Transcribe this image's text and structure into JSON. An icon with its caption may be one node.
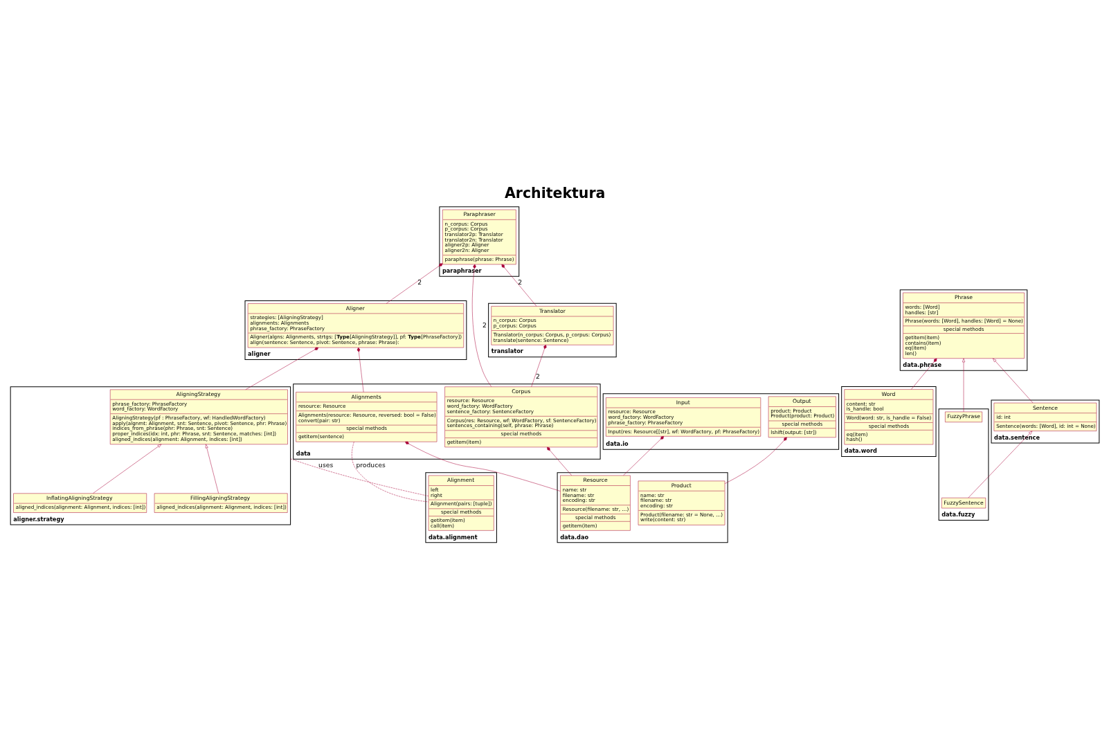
{
  "diagram": {
    "title": "Architektura",
    "nodes": [
      {
        "text": [
          "aligner.strategy"
        ]
      },
      {
        "text": [
          "FillingAligningStrategy",
          "aligned_indices(alignment: Alignment, indices: [int])"
        ],
        "in": 0
      },
      {
        "text": [
          "InflatingAligningStrategy",
          "aligned_indices(alignment: Alignment, indices: [int])"
        ],
        "in": 0
      },
      {
        "text": [
          "AligningStrategy",
          "phrase_factory: PhraseFactory",
          "word_factory: WordFactory",
          "AligningStrategy(pf : PhraseFactory, wf: HandledWordFactory)",
          "apply(algnmt: Alignment, snt: Sentence, pivot: Sentence, phr: Phrase)",
          "indices_from_phrase(phr: Phrase, snt: Sentence)",
          "proper_indices(idx: int, phr: Phrase, snt: Sentence, matches: [int])",
          "aligned_indices(alignment: Alignment, indices: [int])"
        ],
        "in": 0
      },
      {
        "text": [
          "paraphraser"
        ]
      },
      {
        "text": [
          "Paraphraser",
          "n_corpus: Corpus",
          "p_corpus: Corpus",
          "translator2p: Translator",
          "translator2n: Translator",
          "aligner2p: Aligner",
          "aligner2n: Aligner",
          "paraphrase(phrase: Phrase)"
        ],
        "in": 4
      },
      {
        "text": [
          "data.word"
        ]
      },
      {
        "text": [
          "Word",
          "content: str",
          "is_handle: bool",
          "Word(word: str, is_handle = False)",
          "special methods",
          "eq(item)",
          "hash()"
        ],
        "in": 6
      },
      {
        "text": [
          "data.phrase"
        ]
      },
      {
        "text": [
          "Phrase",
          "words: [Word]",
          "handles: [str]",
          "Phrase(words: [Word], handles: [Word] = None)",
          "special methods",
          "getitem(item)",
          "contains(item)",
          "eq(item)",
          "len()"
        ],
        "in": 8
      },
      {
        "text": [
          "aligner"
        ]
      },
      {
        "text": [
          "Aligner",
          "strategies: [AligningStrategy]",
          "alignments: Alignments",
          "phrase_factory: PhraseFactory",
          "Aligner(algns: Alignments, strtgs: [**Type**[AligningStrategy]], pf: **Type**[PhraseFactory])",
          "align(sentence: Sentence, pivot: Sentence, phrase: Phrase):"
        ],
        "in": 10
      },
      {
        "text": [
          "translator"
        ]
      },
      {
        "text": [
          "Translator",
          "n_corpus: Corpus",
          "p_corpus: Corpus",
          "Translator(n_corpus: Corpus, p_corpus: Corpus)",
          "translate(sentence: Sentence)"
        ],
        "in": 12
      },
      {
        "text": [
          "data.sentence"
        ]
      },
      {
        "text": [
          "Sentence",
          "id: int",
          "Sentence(words: [Word], id: int = None)"
        ],
        "in": 14
      },
      {
        "text": [
          "data"
        ]
      },
      {
        "text": [
          "Alignments",
          "resource: Resource",
          "Alignments(resource: Resource, reversed: bool = False)",
          "convert(pair: str)",
          "special methods",
          "getitem(sentence)"
        ],
        "in": 16
      },
      {
        "text": [
          "Corpus",
          "resource: Resource",
          "word_factory: WordFactory",
          "sentence_factory: SentenceFactory",
          "Corpus(res: Resource, wf: WordFactory, sf: SentenceFactory)",
          "sentences_containing(self, phrase: Phrase)",
          "special methods",
          "getitem(item)"
        ],
        "in": 16
      },
      {
        "text": [
          "data.io"
        ]
      },
      {
        "text": [
          "Input",
          "resource: Resource",
          "word_factory: WordFactory",
          "phrase_factory: PhraseFactory",
          "Input(res: Resource[[str], wf: WordFactory, pf: PhraseFactory)"
        ],
        "in": 19
      },
      {
        "text": [
          "Output",
          "product: Product",
          "Product(product: Product)",
          "special methods",
          "lshift(output: [str])"
        ],
        "in": 19
      },
      {
        "text": [
          "data.fuzzy"
        ]
      },
      {
        "text": [
          "FuzzySentence"
        ],
        "in": 22
      },
      {
        "text": [
          "FuzzyPhrase"
        ],
        "in": 22
      },
      {
        "text": [
          "data.alignment"
        ]
      },
      {
        "text": [
          "Alignment",
          "left",
          "right",
          "Alignment(pairs: [tuple])",
          "special methods",
          "getitem(item)",
          "call(item)"
        ],
        "in": 25
      },
      {
        "text": [
          "data.dao"
        ]
      },
      {
        "text": [
          "Resource",
          "name: str",
          "filename: str",
          "encoding: str",
          "Resource(filename: str, …)",
          "special methods",
          "getitem(item)"
        ],
        "in": 27
      },
      {
        "text": [
          "Product",
          "name: str",
          "filename: str",
          "encoding: str",
          "Product(filename: str = None, …)",
          "write(content: str)"
        ],
        "in": 27
      }
    ],
    "edges": [
      {
        "from": 1,
        "to": 3,
        "arrow": "to"
      },
      {
        "from": 2,
        "to": 3,
        "arrow": "to"
      },
      {
        "from": 3,
        "to": 11,
        "arrow": "other"
      },
      {
        "from": 11,
        "to": 5,
        "arrow": "other",
        "label": "2"
      },
      {
        "from": 18,
        "to": 5,
        "arrow": "other",
        "label": "2"
      },
      {
        "from": 13,
        "to": 5,
        "arrow": "other",
        "label": "2"
      },
      {
        "from": 7,
        "to": 9,
        "arrow": "other"
      },
      {
        "from": 15,
        "to": 9,
        "arrow": "to"
      },
      {
        "from": 24,
        "to": 9,
        "arrow": "to"
      },
      {
        "from": 23,
        "to": 15,
        "arrow": "to"
      },
      {
        "from": 17,
        "to": 11,
        "arrow": "other"
      },
      {
        "from": 18,
        "to": 13,
        "arrow": "other",
        "label": "2"
      },
      {
        "from": 28,
        "to": 17,
        "arrow": "other"
      },
      {
        "from": 28,
        "to": 18,
        "arrow": "other"
      },
      {
        "from": 28,
        "to": 20,
        "arrow": "other"
      },
      {
        "from": 29,
        "to": 21,
        "arrow": "other"
      },
      {
        "from": 0,
        "to": 26,
        "arrow": "none",
        "style": "dashed",
        "label": "uses"
      },
      {
        "from": 17,
        "to": 26,
        "arrow": "none",
        "style": "dashed",
        "label": "produces"
      }
    ]
  }
}
